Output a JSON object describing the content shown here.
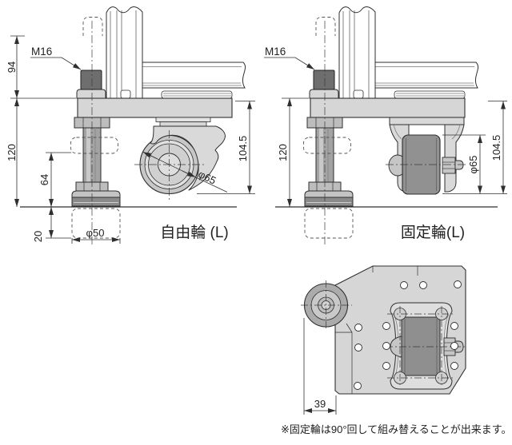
{
  "drawing": {
    "note": "※固定輪は90°回して組み替えることが出来ます。",
    "free_wheel_view": {
      "label": "自由輪 (L)",
      "thread": "M16",
      "dim_stud_height": "94",
      "dim_leg_height": "120",
      "dim_adjust_height": "64",
      "dim_foot_stroke": "20",
      "dim_foot_dia": "φ50",
      "dim_wheel_dia": "φ65",
      "dim_caster_height": "104.5"
    },
    "fixed_wheel_view": {
      "label": "固定輪(L)",
      "thread": "M16",
      "dim_leg_height": "120",
      "dim_wheel_dia": "φ65",
      "dim_caster_height": "104.5"
    },
    "bottom_view": {
      "dim_foot_offset": "39"
    },
    "colors": {
      "line": "#2f2f2f",
      "plate_gray": "#d6d6d6",
      "bolt_dark": "#6e6e6e",
      "wheel_dark": "#919191",
      "background": "#ffffff"
    }
  }
}
